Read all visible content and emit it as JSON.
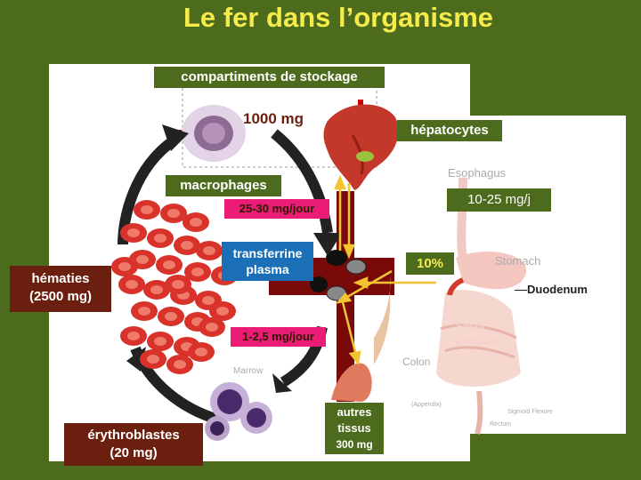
{
  "title": "Le fer dans l’organisme",
  "labels": {
    "storage": "compartiments de stockage",
    "storage_amount": "1000 mg",
    "hepatocytes": "hépatocytes",
    "macrophages": "macrophages",
    "liver_flow": "10-25 mg/j",
    "transfer_in": "25-30 mg/jour",
    "transferrin_l1": "transferrine",
    "transferrin_l2": "plasma",
    "absorption": "10%",
    "hematies_l1": "hématies",
    "hematies_l2": "(2500 mg)",
    "transfer_out": "1-2,5 mg/jour",
    "tissues_l1": "autres",
    "tissues_l2": "tissus",
    "tissues_l3": "300 mg",
    "erythro_l1": "érythroblastes",
    "erythro_l2": "(20 mg)"
  },
  "anatomy": {
    "esophagus": "Esophagus",
    "stomach": "Stomach",
    "duodenum": "Duodenum",
    "small_intestine_l1": "Small",
    "small_intestine_l2": "intestine",
    "colon": "Colon",
    "appendix": "(Appendix)",
    "sigmoid": "Sigmoid Flexure",
    "rectum": "Rectum",
    "marrow": "Marrow"
  },
  "colors": {
    "background": "#4d6b1d",
    "title": "#f5ec4c",
    "brown_box": "#6b1f0e",
    "pink_box": "#ea1c75",
    "blue_box": "#1a6fb6",
    "arrow": "#f4c430",
    "cross": "#7a0a0a"
  }
}
